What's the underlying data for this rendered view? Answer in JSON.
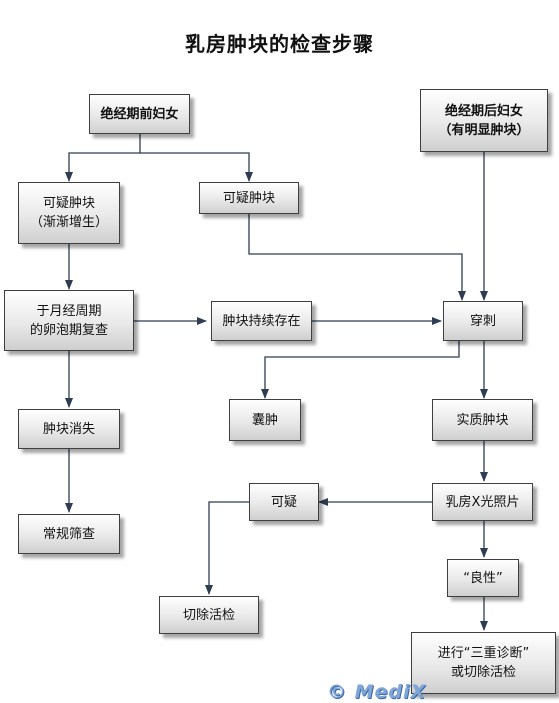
{
  "title": "乳房肿块的检查步骤",
  "nodes": {
    "pre": "绝经期前妇女",
    "post": "绝经期后妇女\n（有明显肿块）",
    "susp_grow": "可疑肿块\n（渐渐增生）",
    "susp": "可疑肿块",
    "recheck": "于月经周期\n的卵泡期复查",
    "persist": "肿块持续存在",
    "puncture": "穿刺",
    "vanish": "肿块消失",
    "cyst": "囊肿",
    "solid": "实质肿块",
    "routine": "常规筛查",
    "doubt": "可疑",
    "mammo": "乳房X光照片",
    "biopsy": "切除活检",
    "benign": "“良性”",
    "triple": "进行“三重诊断”\n或切除活检"
  },
  "watermark": "© MediX"
}
